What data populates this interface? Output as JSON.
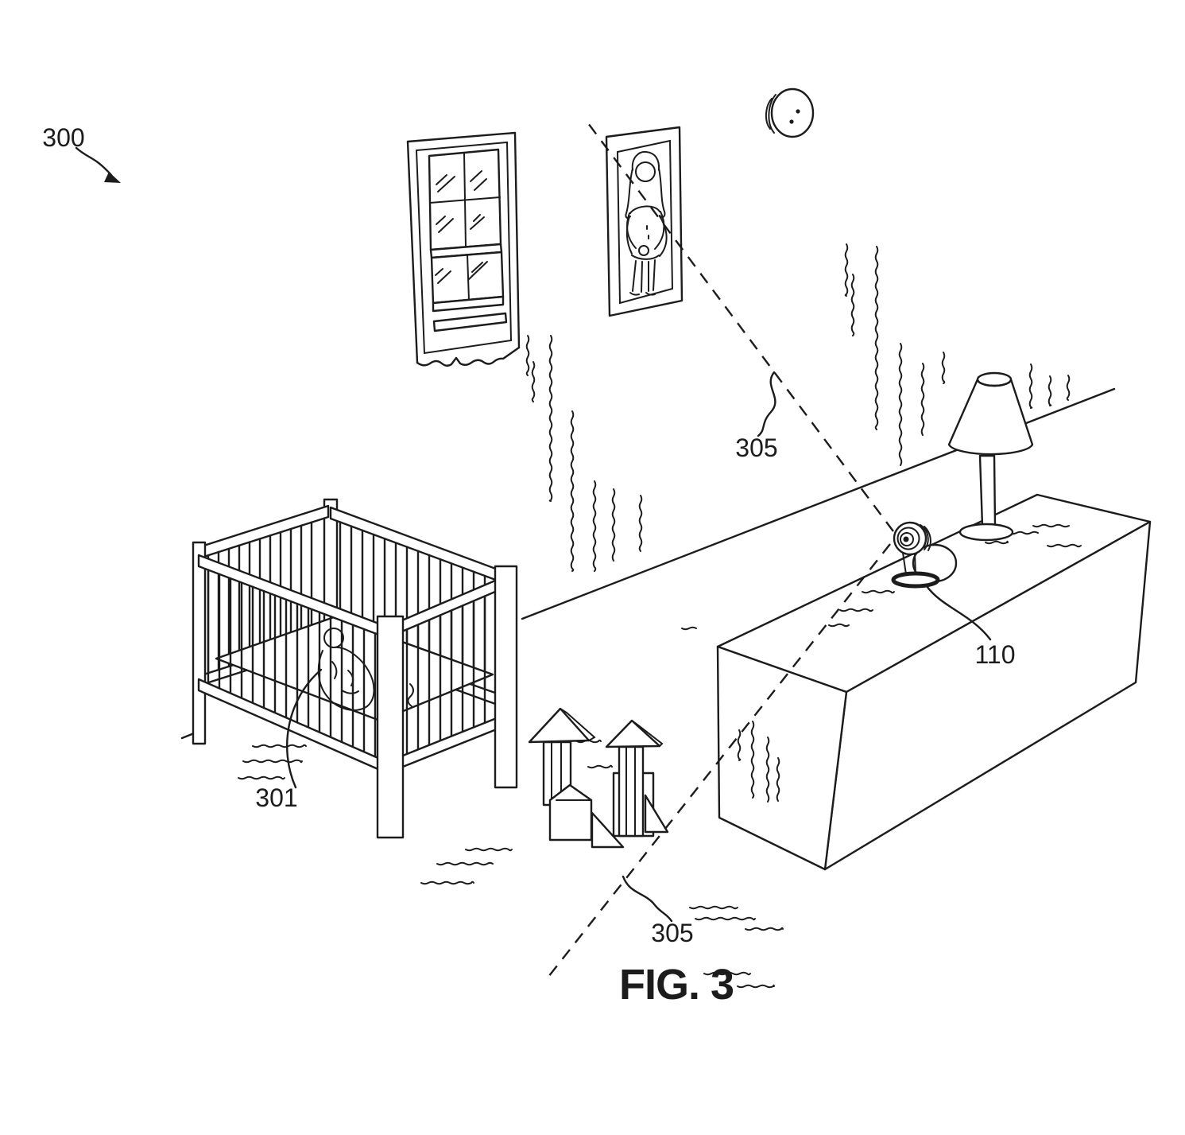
{
  "figure": {
    "caption": "FIG. 3",
    "type": "patent-line-drawing",
    "scene_description": "nursery room monitored by a baby monitor camera"
  },
  "callouts": {
    "scene": "300",
    "baby_in_crib": "301",
    "camera": "110",
    "fov_upper": "305",
    "fov_lower": "305"
  },
  "objects": [
    "window-with-curtain",
    "framed-portrait",
    "smoke-detector",
    "crib",
    "baby",
    "toy-block-towers",
    "dresser",
    "table-lamp",
    "baby-monitor-camera",
    "camera-field-of-view-dashed-lines",
    "wall-hatching",
    "floor-hatching"
  ],
  "colors": {
    "ink": "#1c1c1c",
    "paper": "#ffffff"
  }
}
